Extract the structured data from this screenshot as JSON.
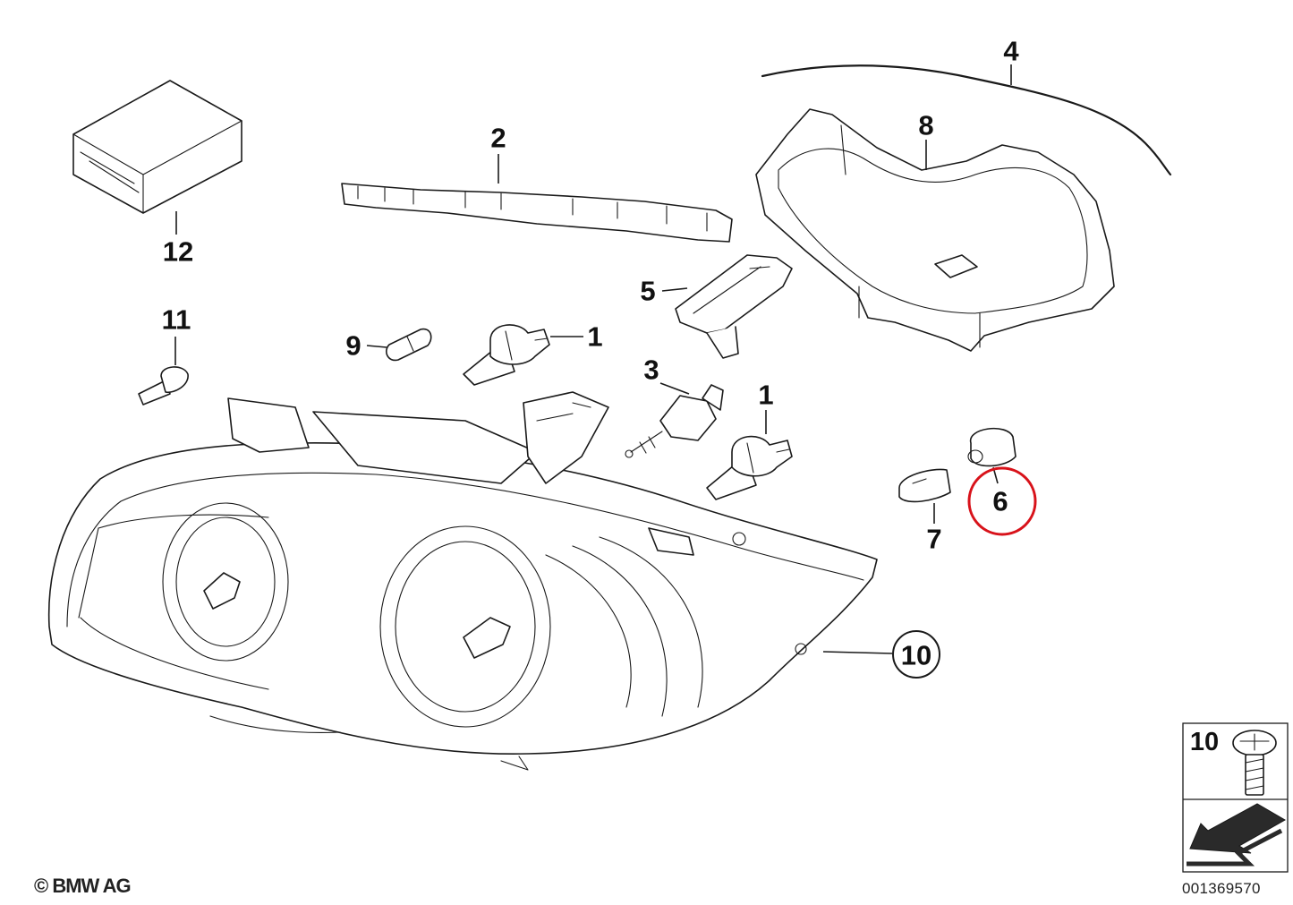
{
  "callouts": [
    {
      "id": "c1a",
      "label": "1"
    },
    {
      "id": "c1b",
      "label": "1"
    },
    {
      "id": "c2",
      "label": "2"
    },
    {
      "id": "c3",
      "label": "3"
    },
    {
      "id": "c4",
      "label": "4"
    },
    {
      "id": "c5",
      "label": "5"
    },
    {
      "id": "c6",
      "label": "6",
      "highlighted": true
    },
    {
      "id": "c7",
      "label": "7"
    },
    {
      "id": "c8",
      "label": "8"
    },
    {
      "id": "c9",
      "label": "9"
    },
    {
      "id": "c10",
      "label": "10"
    },
    {
      "id": "c11",
      "label": "11"
    },
    {
      "id": "c12",
      "label": "12"
    }
  ],
  "legend": {
    "label": "10"
  },
  "footer": {
    "copyright": "© BMW AG",
    "doc_number": "001369570"
  },
  "colors": {
    "highlight": "#d8121a",
    "line": "#1a1a1a"
  }
}
